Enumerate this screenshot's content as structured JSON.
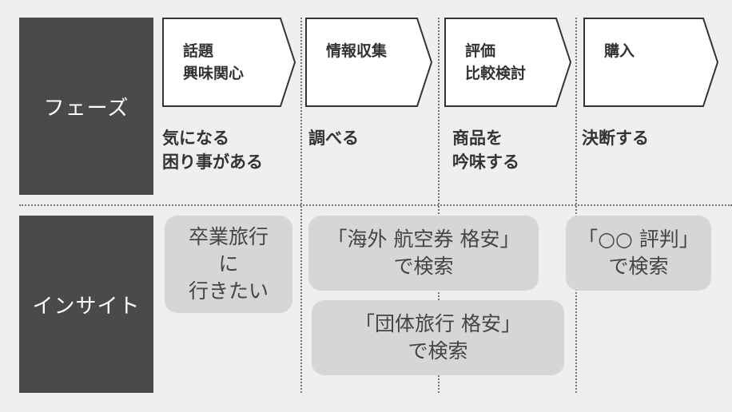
{
  "rows": {
    "phase_label": "フェーズ",
    "insight_label": "インサイト"
  },
  "phases": [
    {
      "title": "話題\n興味関心",
      "desc": "気になる\n困り事がある"
    },
    {
      "title": "情報収集",
      "desc": "調べる"
    },
    {
      "title": "評価\n比較検討",
      "desc": "商品を\n吟味する"
    },
    {
      "title": "購入",
      "desc": "決断する"
    }
  ],
  "insights": [
    {
      "text": "卒業旅行\nに\n行きたい"
    },
    {
      "text": "「海外 航空券 格安」\nで検索"
    },
    {
      "text": "「団体旅行 格安」\nで検索"
    },
    {
      "text": "「○○ 評判」\nで検索"
    }
  ],
  "colors": {
    "label_bg": "#4a4a4a",
    "bubble_bg": "#d6d6d6",
    "page_bg": "#efefef"
  }
}
